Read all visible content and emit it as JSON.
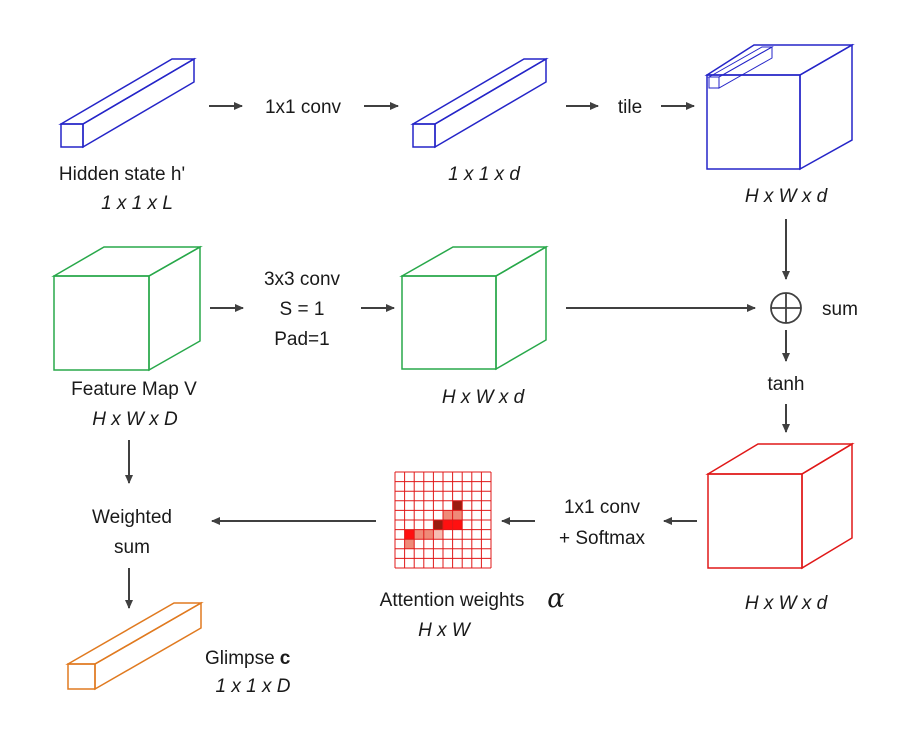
{
  "colors": {
    "hidden": "#2525c8",
    "feature": "#28a84a",
    "attention": "#e01818",
    "glimpse": "#e07a20",
    "arrow": "#404040",
    "text": "#1a1a1a"
  },
  "labels": {
    "hidden_state": "Hidden state h'",
    "hidden_dim": "1 x 1 x L",
    "conv1": "1x1 conv",
    "proj_dim": "1 x 1 x d",
    "tile": "tile",
    "tiled_dim": "H x W x d",
    "feature_map": "Feature Map V",
    "feature_dim": "H x W x D",
    "conv3_line1": "3x3 conv",
    "conv3_line2": "S = 1",
    "conv3_line3": "Pad=1",
    "feature_proj_dim": "H x W x d",
    "sum": "sum",
    "tanh": "tanh",
    "tanh_dim": "H x W x d",
    "conv_soft_line1": "1x1 conv",
    "conv_soft_line2": "+ Softmax",
    "attention": "Attention weights",
    "alpha": "α",
    "attention_dim": "H x W",
    "weighted_line1": "Weighted",
    "weighted_line2": "sum",
    "glimpse": "Glimpse",
    "glimpse_bold": "c",
    "glimpse_dim": "1 x 1 x D"
  },
  "attention_grid": {
    "size": 10,
    "cells": [
      {
        "row": 3,
        "col": 6,
        "level": "dark"
      },
      {
        "row": 4,
        "col": 5,
        "level": "mid"
      },
      {
        "row": 4,
        "col": 6,
        "level": "mid"
      },
      {
        "row": 5,
        "col": 4,
        "level": "dark"
      },
      {
        "row": 5,
        "col": 5,
        "level": "bright"
      },
      {
        "row": 5,
        "col": 6,
        "level": "bright"
      },
      {
        "row": 6,
        "col": 1,
        "level": "bright"
      },
      {
        "row": 6,
        "col": 2,
        "level": "mid"
      },
      {
        "row": 6,
        "col": 3,
        "level": "mid"
      },
      {
        "row": 6,
        "col": 4,
        "level": "light"
      },
      {
        "row": 7,
        "col": 1,
        "level": "mid"
      }
    ]
  }
}
